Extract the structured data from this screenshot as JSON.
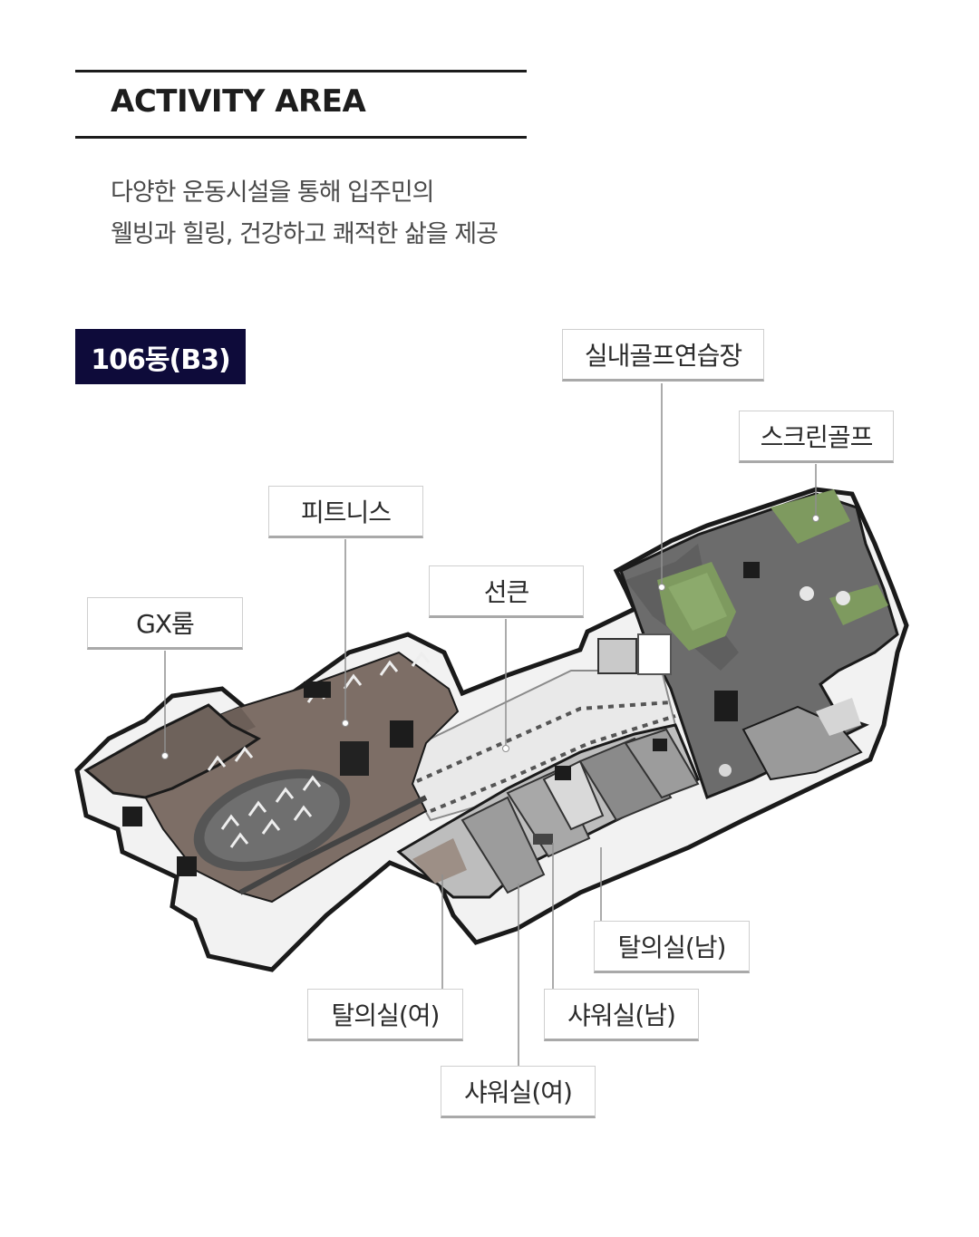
{
  "header": {
    "title": "ACTIVITY AREA",
    "description_line1": "다양한 운동시설을 통해 입주민의",
    "description_line2": "웰빙과 힐링, 건강하고 쾌적한 삶을 제공"
  },
  "building_badge": "106동(B3)",
  "labels": {
    "indoor_golf": "실내골프연습장",
    "screen_golf": "스크린골프",
    "fitness": "피트니스",
    "sunken": "선큰",
    "gx_room": "GX룸",
    "locker_men": "탈의실(남)",
    "locker_women": "탈의실(여)",
    "shower_men": "샤워실(남)",
    "shower_women": "샤워실(여)"
  },
  "colors": {
    "badge_bg": "#0e0b3a",
    "golf_green": "#7e9a5f",
    "floor_gray": "#6e6e6e",
    "wood_floor": "#7d6e66"
  }
}
